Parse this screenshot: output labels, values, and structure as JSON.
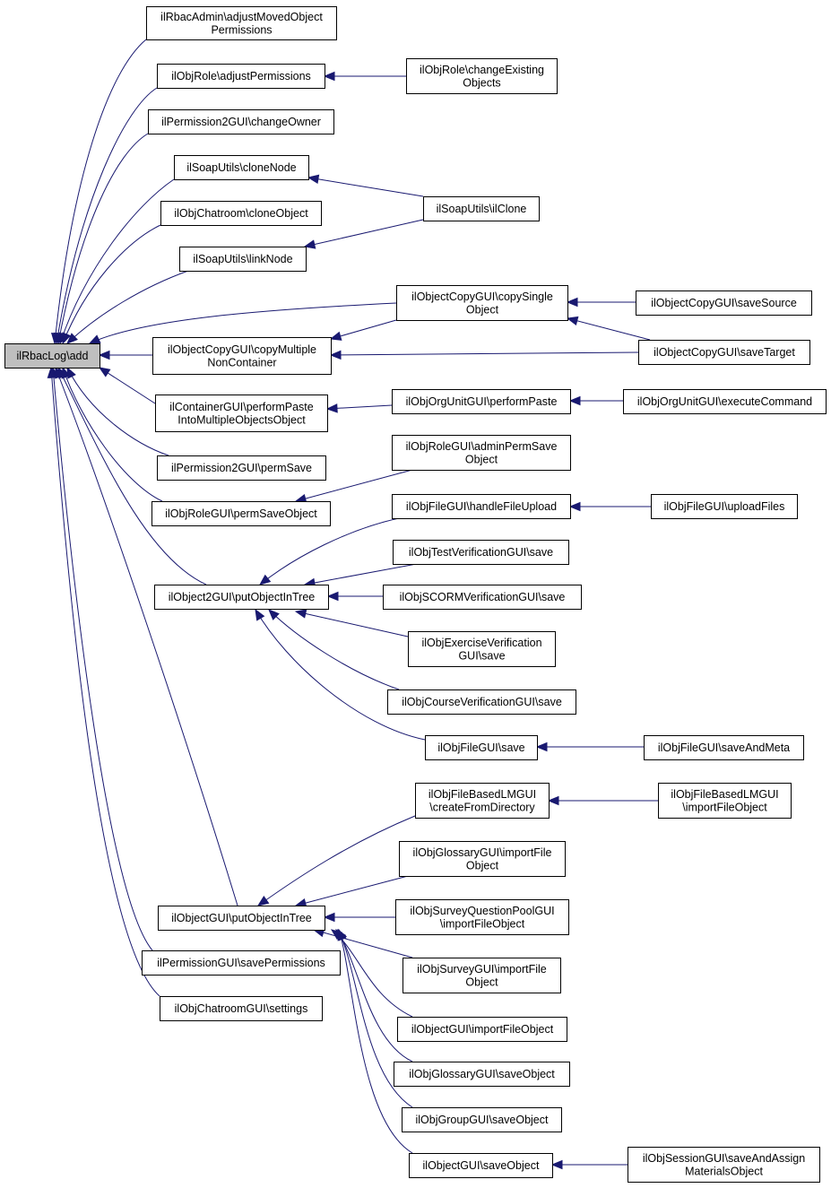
{
  "colors": {
    "edge": "#191970",
    "root_fill": "#bfbfbf",
    "node_fill": "#ffffff",
    "node_stroke": "#000000"
  },
  "nodes": {
    "root": [
      "ilRbacLog\\add"
    ],
    "n1": [
      "ilRbacAdmin\\adjustMovedObject",
      "Permissions"
    ],
    "n2": [
      "ilObjRole\\adjustPermissions"
    ],
    "n3": [
      "ilObjRole\\changeExisting",
      "Objects"
    ],
    "n4": [
      "ilPermission2GUI\\changeOwner"
    ],
    "n5": [
      "ilSoapUtils\\cloneNode"
    ],
    "n6": [
      "ilSoapUtils\\ilClone"
    ],
    "n7": [
      "ilObjChatroom\\cloneObject"
    ],
    "n8": [
      "ilSoapUtils\\linkNode"
    ],
    "n9": [
      "ilObjectCopyGUI\\copySingle",
      "Object"
    ],
    "n10": [
      "ilObjectCopyGUI\\saveSource"
    ],
    "n11": [
      "ilObjectCopyGUI\\copyMultiple",
      "NonContainer"
    ],
    "n12": [
      "ilObjectCopyGUI\\saveTarget"
    ],
    "n13": [
      "ilContainerGUI\\performPaste",
      "IntoMultipleObjectsObject"
    ],
    "n14": [
      "ilObjOrgUnitGUI\\performPaste"
    ],
    "n15": [
      "ilObjOrgUnitGUI\\executeCommand"
    ],
    "n16": [
      "ilObjRoleGUI\\adminPermSave",
      "Object"
    ],
    "n17": [
      "ilPermission2GUI\\permSave"
    ],
    "n18": [
      "ilObjRoleGUI\\permSaveObject"
    ],
    "n19": [
      "ilObjFileGUI\\handleFileUpload"
    ],
    "n20": [
      "ilObjFileGUI\\uploadFiles"
    ],
    "n21": [
      "ilObjTestVerificationGUI\\save"
    ],
    "n22": [
      "ilObject2GUI\\putObjectInTree"
    ],
    "n23": [
      "ilObjSCORMVerificationGUI\\save"
    ],
    "n24": [
      "ilObjExerciseVerification",
      "GUI\\save"
    ],
    "n25": [
      "ilObjCourseVerificationGUI\\save"
    ],
    "n26": [
      "ilObjFileGUI\\save"
    ],
    "n27": [
      "ilObjFileGUI\\saveAndMeta"
    ],
    "n28": [
      "ilObjFileBasedLMGUI",
      "\\createFromDirectory"
    ],
    "n29": [
      "ilObjFileBasedLMGUI",
      "\\importFileObject"
    ],
    "n30": [
      "ilObjGlossaryGUI\\importFile",
      "Object"
    ],
    "n31": [
      "ilObjSurveyQuestionPoolGUI",
      "\\importFileObject"
    ],
    "n32": [
      "ilObjectGUI\\putObjectInTree"
    ],
    "n33": [
      "ilObjSurveyGUI\\importFile",
      "Object"
    ],
    "n34": [
      "ilPermissionGUI\\savePermissions"
    ],
    "n35": [
      "ilObjectGUI\\importFileObject"
    ],
    "n36": [
      "ilObjChatroomGUI\\settings"
    ],
    "n37": [
      "ilObjGlossaryGUI\\saveObject"
    ],
    "n38": [
      "ilObjGroupGUI\\saveObject"
    ],
    "n39": [
      "ilObjectGUI\\saveObject"
    ],
    "n40": [
      "ilObjSessionGUI\\saveAndAssign",
      "MaterialsObject"
    ]
  }
}
